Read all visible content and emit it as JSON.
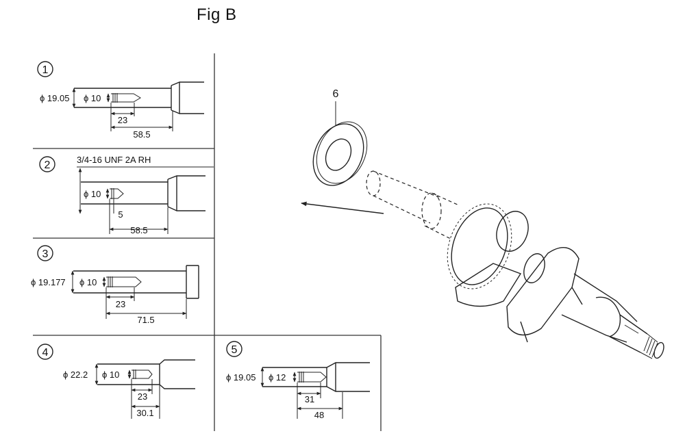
{
  "figure": {
    "title": "Fig B",
    "part_callout": "6"
  },
  "panels": [
    {
      "number": "1",
      "labels": [
        "ϕ 19.05",
        "ϕ 10",
        "23",
        "58.5"
      ]
    },
    {
      "number": "2",
      "labels": [
        "3/4-16 UNF 2A RH",
        "ϕ 10",
        "5",
        "58.5"
      ]
    },
    {
      "number": "3",
      "labels": [
        "ϕ 19.177",
        "ϕ 10",
        "23",
        "71.5"
      ]
    },
    {
      "number": "4",
      "labels": [
        "ϕ 22.2",
        "ϕ 10",
        "23",
        "30.1"
      ]
    },
    {
      "number": "5",
      "labels": [
        "ϕ 19.05",
        "ϕ 12",
        "31",
        "48"
      ]
    }
  ]
}
